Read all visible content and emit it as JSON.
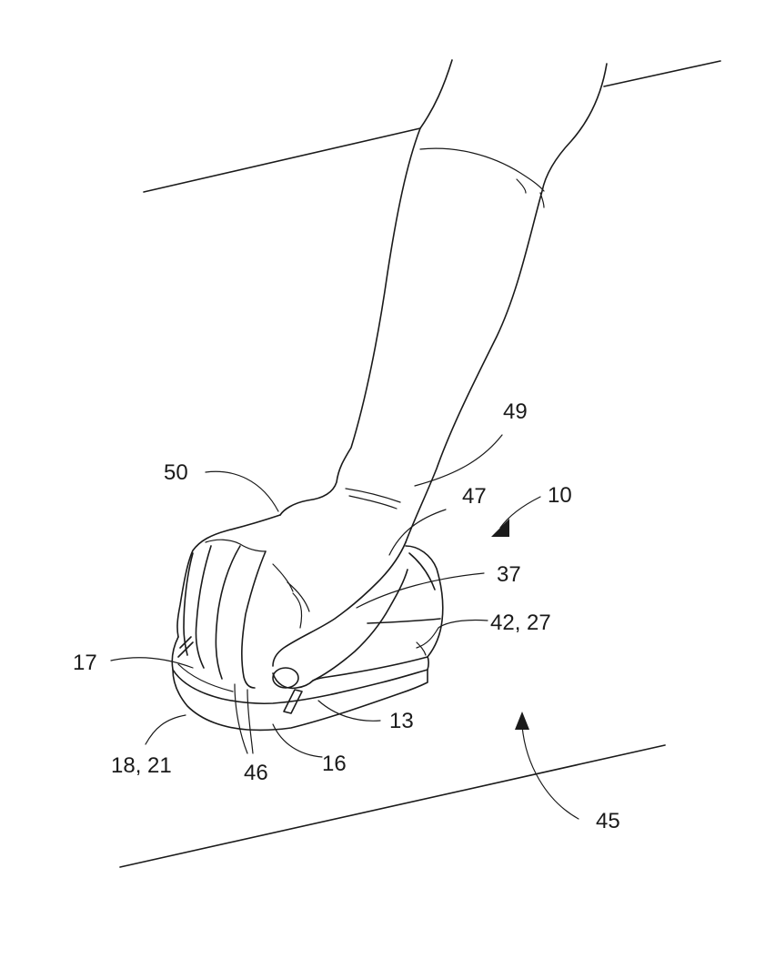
{
  "figure": {
    "reference_numerals": {
      "r10": "10",
      "r13": "13",
      "r16": "16",
      "r17": "17",
      "r18_21": "18, 21",
      "r37": "37",
      "r42_27": "42, 27",
      "r45": "45",
      "r46": "46",
      "r47": "47",
      "r49": "49",
      "r50": "50"
    }
  }
}
